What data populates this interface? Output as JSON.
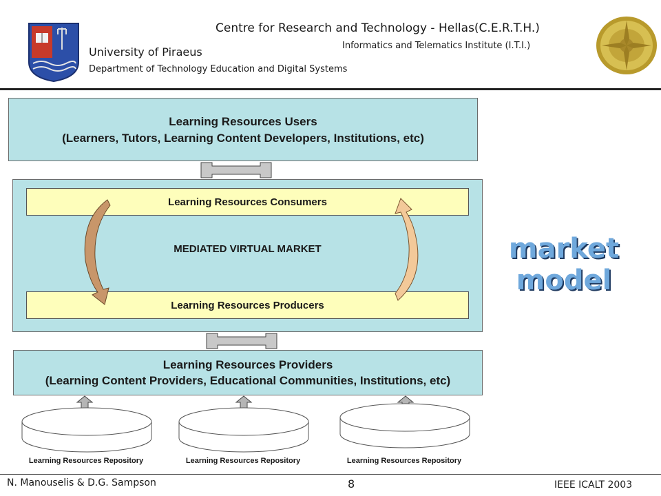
{
  "header": {
    "title": "Centre for Research and Technology - Hellas(C.E.R.T.H.)",
    "institute": "Informatics and Telematics Institute (I.T.I.)",
    "university": "University of Piraeus",
    "department": "Department of Technology Education and Digital Systems"
  },
  "diagram": {
    "users": {
      "title": "Learning Resources Users",
      "subtitle": "(Learners, Tutors, Learning Content Developers, Institutions, etc)"
    },
    "consumers": "Learning Resources Consumers",
    "market": "MEDIATED VIRTUAL MARKET",
    "producers": "Learning Resources Producers",
    "providers": {
      "title": "Learning Resources Providers",
      "subtitle": "(Learning Content Providers, Educational Communities, Institutions, etc)"
    },
    "repositories": [
      "Learning Resources Repository",
      "Learning Resources Repository",
      "Learning Resources Repository"
    ]
  },
  "side_label": {
    "line1": "market",
    "line2": "model"
  },
  "footer": {
    "authors": "N. Manouselis & D.G. Sampson",
    "page": "8",
    "conference": "IEEE ICALT 2003"
  },
  "colors": {
    "box_fill": "#b7e2e6",
    "bar_fill": "#fefebb",
    "cycle_arrow_left": "#c8966a",
    "cycle_arrow_right": "#f3c999",
    "side_label": "#6fa8dc"
  }
}
